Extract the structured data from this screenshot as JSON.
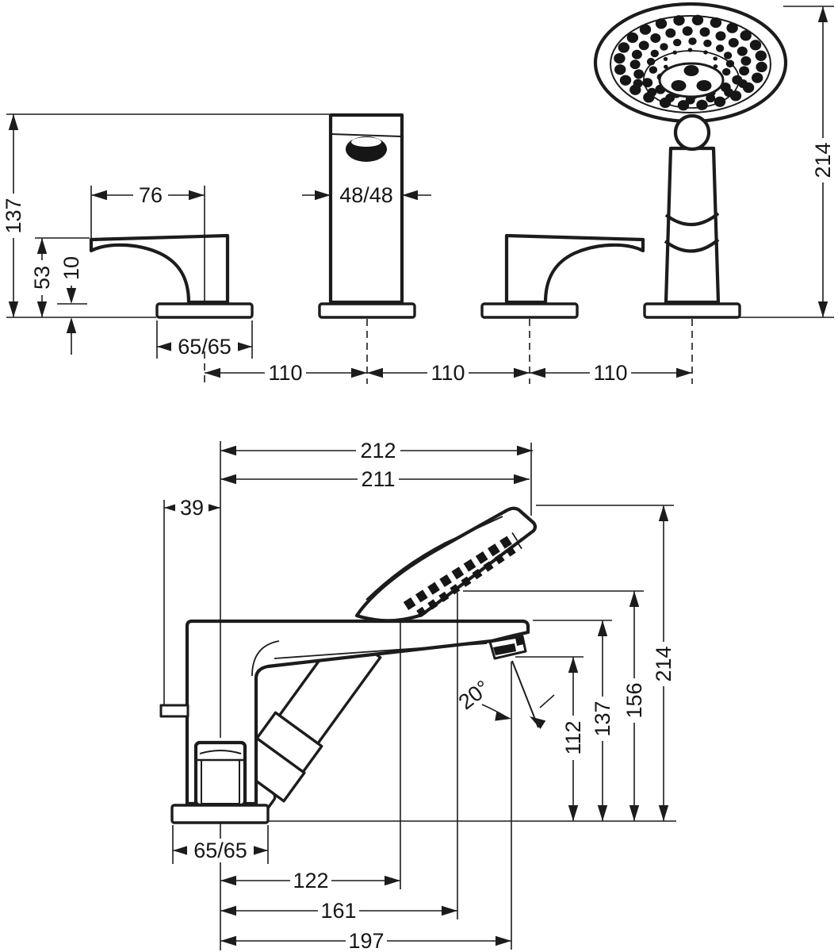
{
  "drawing": {
    "front_view": {
      "total_height": "137",
      "lever_reach": "76",
      "lever_height": "53",
      "rosette_height": "10",
      "spout_section": "48/48",
      "rosette_section": "65/65",
      "hole_pitch_1": "110",
      "hole_pitch_2": "110",
      "hole_pitch_3": "110",
      "handshower_height": "214"
    },
    "side_view": {
      "reach_overall": "212",
      "reach_body": "211",
      "rear_offset": "39",
      "spray_angle": "20°",
      "outlet_height": "112",
      "body_height": "137",
      "spray_height": "156",
      "overall_height": "214",
      "rosette_section": "65/65",
      "outlet_reach": "122",
      "spray_reach": "161",
      "tip_reach": "197"
    },
    "colors": {
      "line": "#1c1c1c",
      "fill": "#ffffff"
    }
  }
}
